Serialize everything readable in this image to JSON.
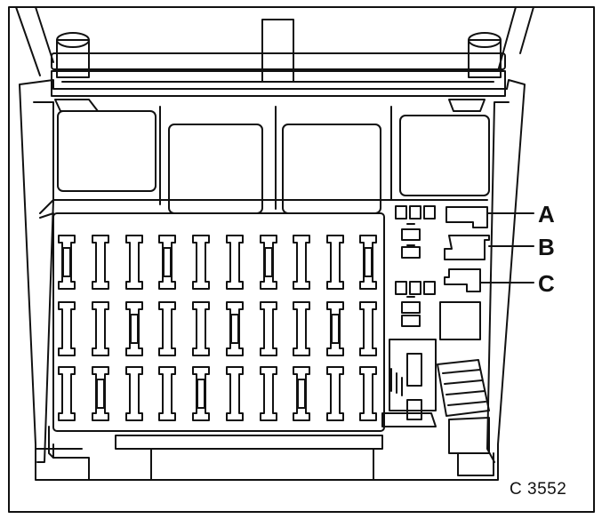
{
  "callouts": [
    {
      "label": "A"
    },
    {
      "label": "B"
    },
    {
      "label": "C"
    }
  ],
  "figure_code": "C 3552",
  "colors": {
    "ink": "#111111",
    "paper": "#ffffff"
  }
}
